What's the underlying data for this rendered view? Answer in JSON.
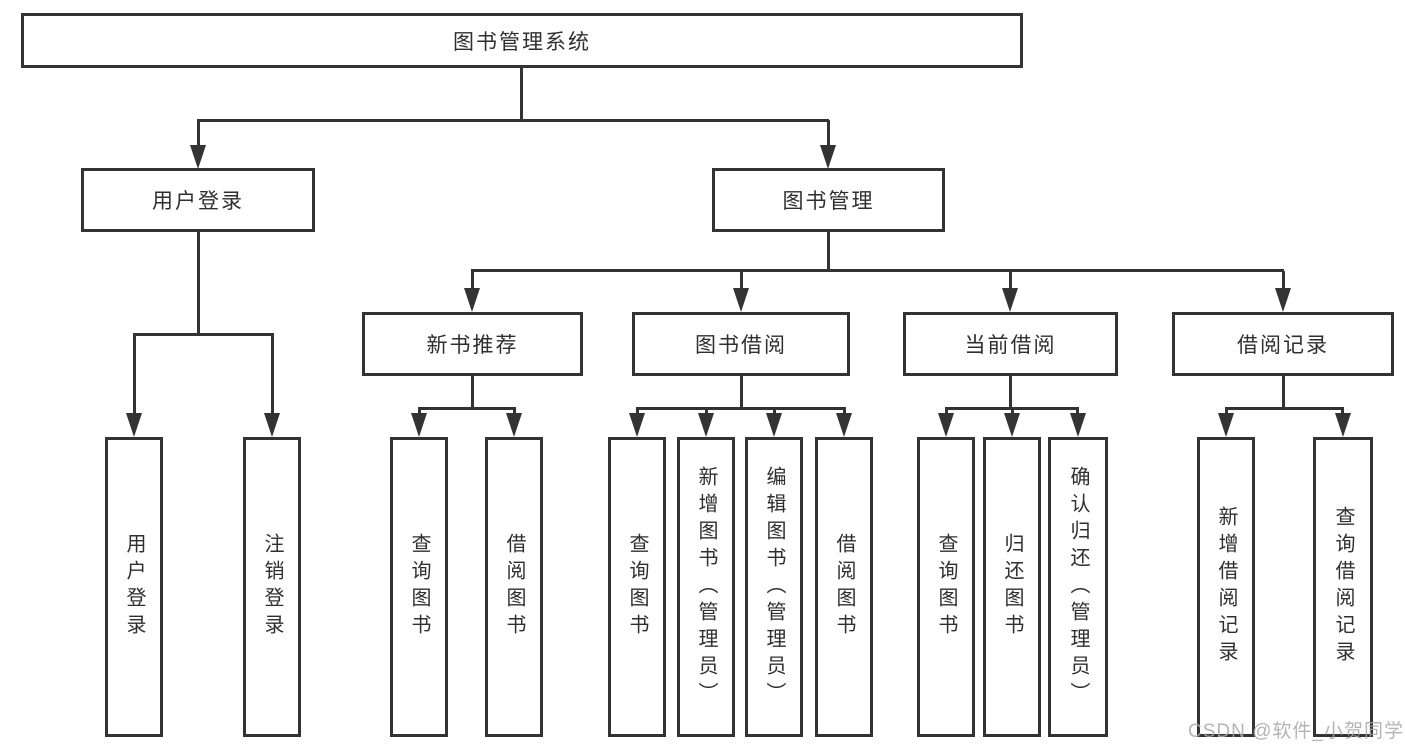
{
  "diagram": {
    "root": {
      "label": "图书管理系统"
    },
    "level2": [
      {
        "label": "用户登录",
        "children": [
          {
            "label": "用户登录"
          },
          {
            "label": "注销登录"
          }
        ]
      },
      {
        "label": "图书管理",
        "children": [
          {
            "label": "新书推荐",
            "children": [
              {
                "label": "查询图书"
              },
              {
                "label": "借阅图书"
              }
            ]
          },
          {
            "label": "图书借阅",
            "children": [
              {
                "label": "查询图书"
              },
              {
                "label": "新增图书（管理员）"
              },
              {
                "label": "编辑图书（管理员）"
              },
              {
                "label": "借阅图书"
              }
            ]
          },
          {
            "label": "当前借阅",
            "children": [
              {
                "label": "查询图书"
              },
              {
                "label": "归还图书"
              },
              {
                "label": "确认归还（管理员）"
              }
            ]
          },
          {
            "label": "借阅记录",
            "children": [
              {
                "label": "新增借阅记录"
              },
              {
                "label": "查询借阅记录"
              }
            ]
          }
        ]
      }
    ]
  },
  "watermark": {
    "text": "CSDN @软件_小贺同学"
  },
  "colors": {
    "line": "#333333",
    "text": "#2f2f2f",
    "watermark": "#a8a8a8",
    "background": "#ffffff"
  }
}
